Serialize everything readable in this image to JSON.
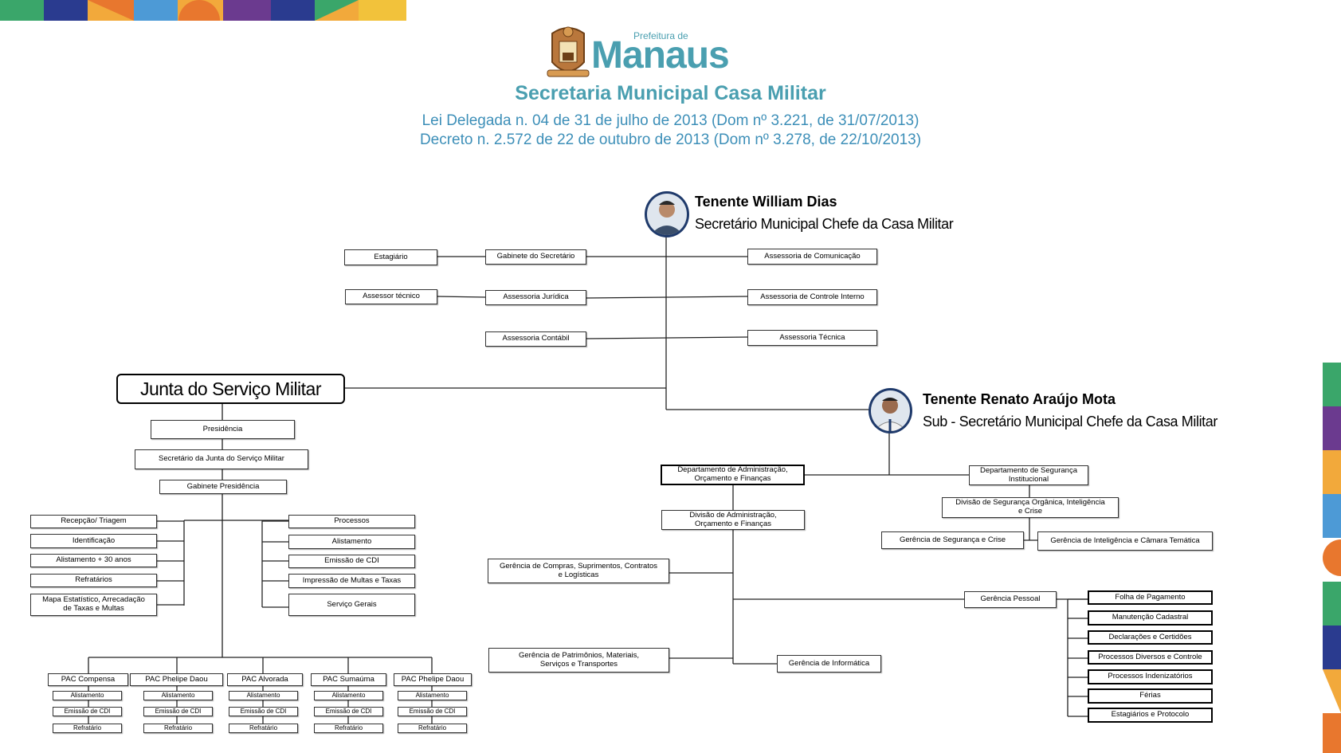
{
  "header": {
    "logo_small": "Prefeitura de",
    "logo_big": "Manaus",
    "title": "Secretaria Municipal Casa Militar",
    "law_line1": "Lei Delegada n. 04 de 31 de julho de 2013 (Dom nº 3.221, de 31/07/2013)",
    "law_line2": "Decreto n. 2.572 de 22 de outubro de 2013 (Dom nº 3.278, de 22/10/2013)"
  },
  "colors": {
    "teal": "#4a9fb0",
    "law_blue": "#3d8fb8",
    "portrait_border": "#1f3a6b"
  },
  "chief": {
    "name": "Tenente William Dias",
    "role": "Secretário Municipal Chefe da Casa Militar"
  },
  "sub_chief": {
    "name": "Tenente Renato Araújo Mota",
    "role": "Sub - Secretário Municipal Chefe da Casa Militar"
  },
  "top": {
    "estagiario": "Estagiário",
    "gabinete": "Gabinete do Secretário",
    "assessor_tecnico": "Assessor técnico",
    "juridica": "Assessoria Jurídica",
    "contabil": "Assessoria Contábil",
    "comunicacao": "Assessoria de Comunicação",
    "controle": "Assessoria de Controle Interno",
    "tecnica": "Assessoria Técnica"
  },
  "junta": {
    "title": "Junta do Serviço Militar",
    "presidencia": "Presidência",
    "secretario": "Secretário da Junta do Serviço Militar",
    "gabinete": "Gabinete Presidência",
    "left": [
      "Recepção/ Triagem",
      "Identificação",
      "Alistamento +  30 anos",
      "Refratários",
      "Mapa Estatístico, Arrecadação\nde Taxas e Multas"
    ],
    "right": [
      "Processos",
      "Alistamento",
      "Emissão de CDI",
      "Impressão de Multas e Taxas",
      "Serviço Gerais"
    ],
    "pacs": [
      {
        "name": "PAC Compensa",
        "items": [
          "Alistamento",
          "Emissão de CDI",
          "Refratário"
        ]
      },
      {
        "name": "PAC Phelipe Daou",
        "items": [
          "Alistamento",
          "Emissão de CDI",
          "Refratário"
        ]
      },
      {
        "name": "PAC Alvorada",
        "items": [
          "Alistamento",
          "Emissão de CDI",
          "Refratário"
        ]
      },
      {
        "name": "PAC Sumaúma",
        "items": [
          "Alistamento",
          "Emissão de CDI",
          "Refratário"
        ]
      },
      {
        "name": "PAC Phelipe Daou",
        "items": [
          "Alistamento",
          "Emissão de CDI",
          "Refratário"
        ]
      }
    ]
  },
  "admin": {
    "departamento": "Departamento de Administração,\nOrçamento e Finanças",
    "divisao": "Divisão de Administração,\nOrçamento e Finanças",
    "compras": "Gerência de Compras, Suprimentos, Contratos\ne Logísticas",
    "patrimonios": "Gerência de Patrimônios, Materiais,\nServiços e Transportes",
    "informatica": "Gerência de Informática",
    "pessoal": "Gerência Pessoal",
    "pessoal_items": [
      "Folha de Pagamento",
      "Manutenção Cadastral",
      "Declarações e Certidões",
      "Processos Diversos e Controle",
      "Processos Indenizatórios",
      "Férias",
      "Estagiários e Protocolo"
    ]
  },
  "seguranca": {
    "departamento": "Departamento de Segurança\nInstitucional",
    "divisao": "Divisão de Segurança Orgânica, Inteligência\ne Crise",
    "crise": "Gerência de Segurança e Crise",
    "inteligencia": "Gerência de Inteligência e Câmara Temática"
  }
}
